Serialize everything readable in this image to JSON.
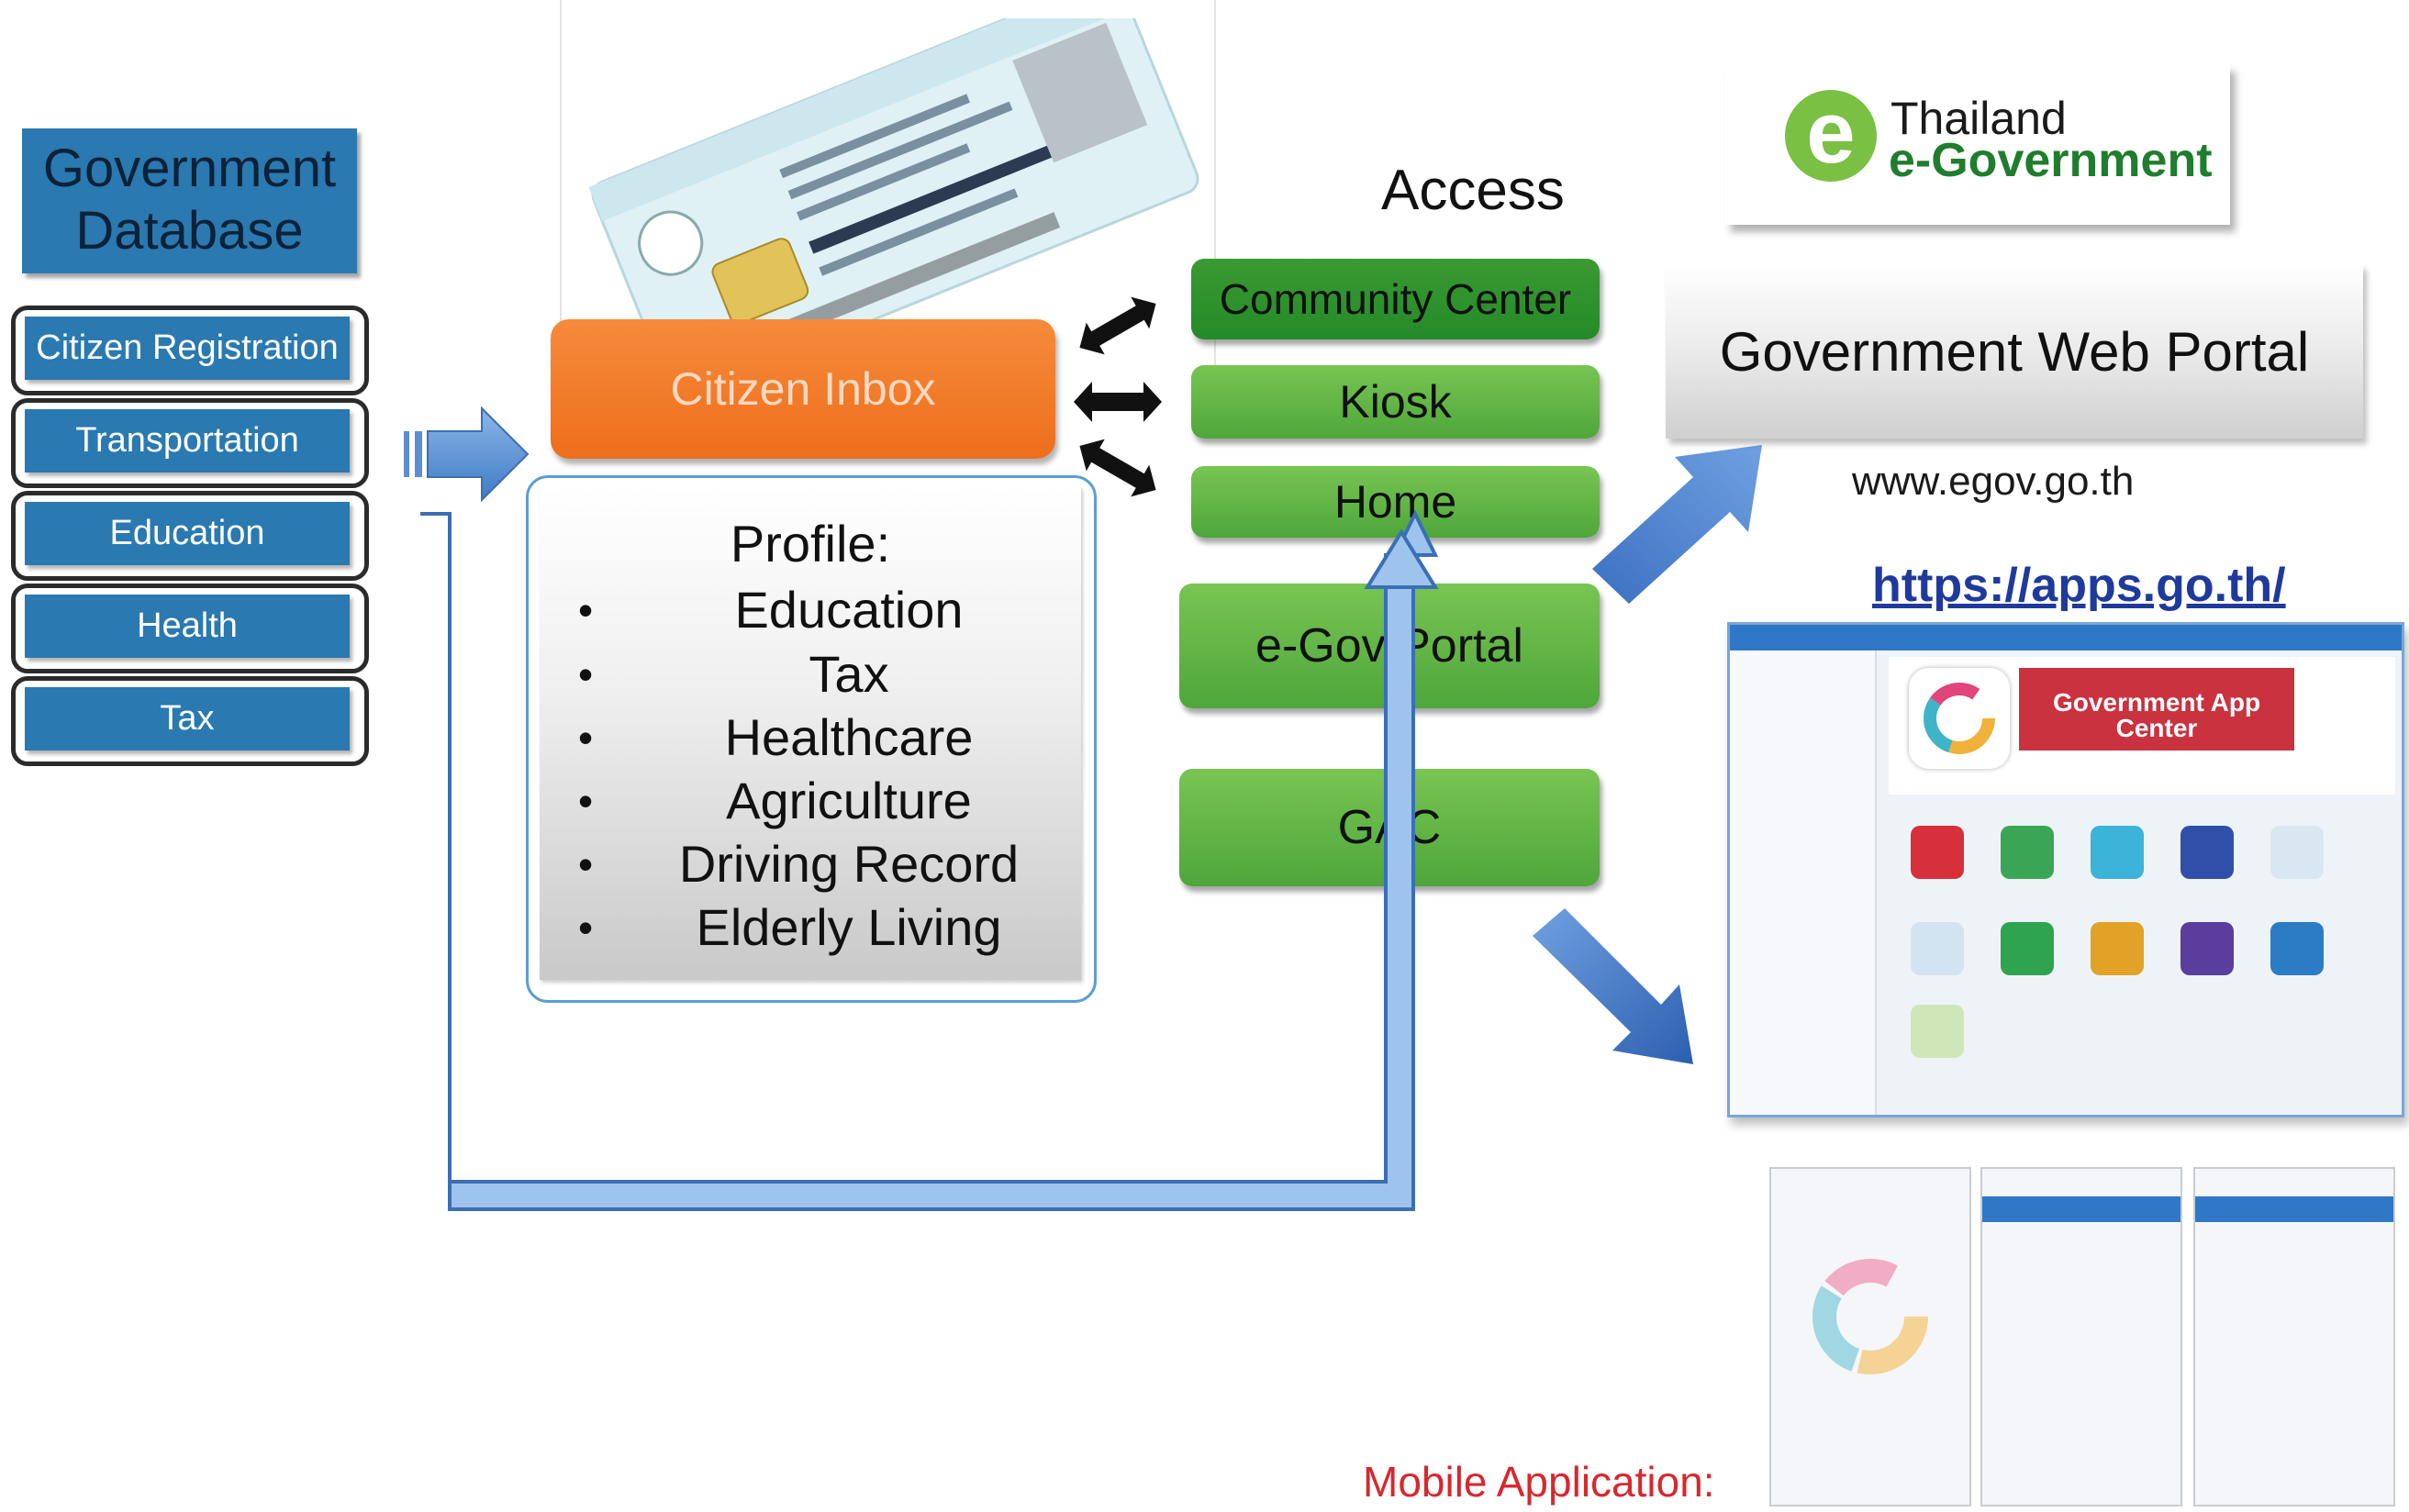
{
  "database": {
    "title": "Government Database",
    "items": [
      "Citizen Registration",
      "Transportation",
      "Education",
      "Health",
      "Tax"
    ]
  },
  "inbox": {
    "label": "Citizen Inbox"
  },
  "profile": {
    "title": "Profile:",
    "items": [
      "Education",
      "Tax",
      "Healthcare",
      "Agriculture",
      "Driving Record",
      "Elderly Living"
    ]
  },
  "access": {
    "label": "Access",
    "channels": [
      "Community Center",
      "Kiosk",
      "Home"
    ],
    "portal_box": "e-Gov Portal",
    "gac_box": "GAC"
  },
  "egov_logo": {
    "line1": "Thailand",
    "line2": "e-Government"
  },
  "web_portal": {
    "title": "Government Web Portal",
    "url": "www.egov.go.th",
    "apps_url": "https://apps.go.th/"
  },
  "app_center": {
    "banner": "Government App Center"
  },
  "mobile": {
    "label": "Mobile Application:"
  },
  "colors": {
    "database_blue": "#2a79b0",
    "inbox_orange": "#ef7424",
    "channel_green": "#5cb33f",
    "arrow_blue": "#4a86d0",
    "mobile_red": "#d7282f"
  }
}
